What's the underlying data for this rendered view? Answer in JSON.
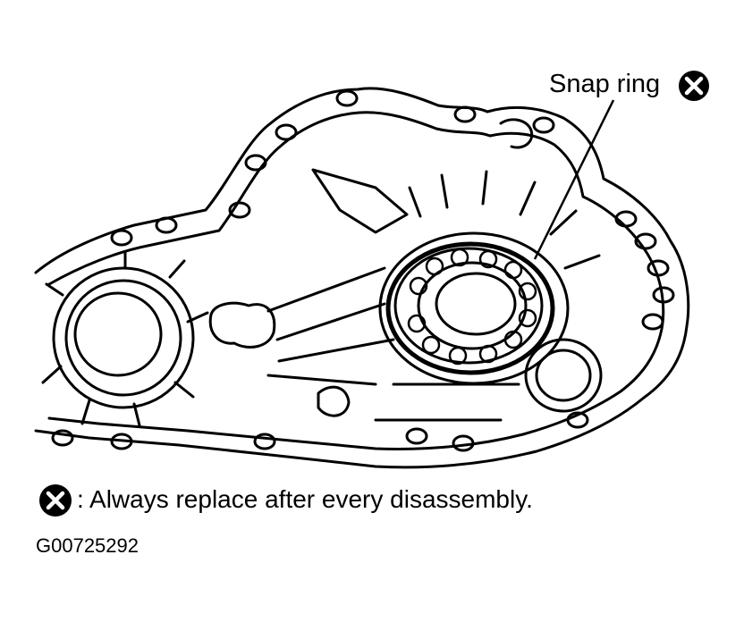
{
  "callout": {
    "label": "Snap ring",
    "marker_icon": "replace-x-icon"
  },
  "legend": {
    "text": ": Always replace after every disassembly.",
    "marker_icon": "replace-x-icon"
  },
  "figure_id": "G00725292",
  "colors": {
    "line": "#000000",
    "background": "#ffffff"
  }
}
